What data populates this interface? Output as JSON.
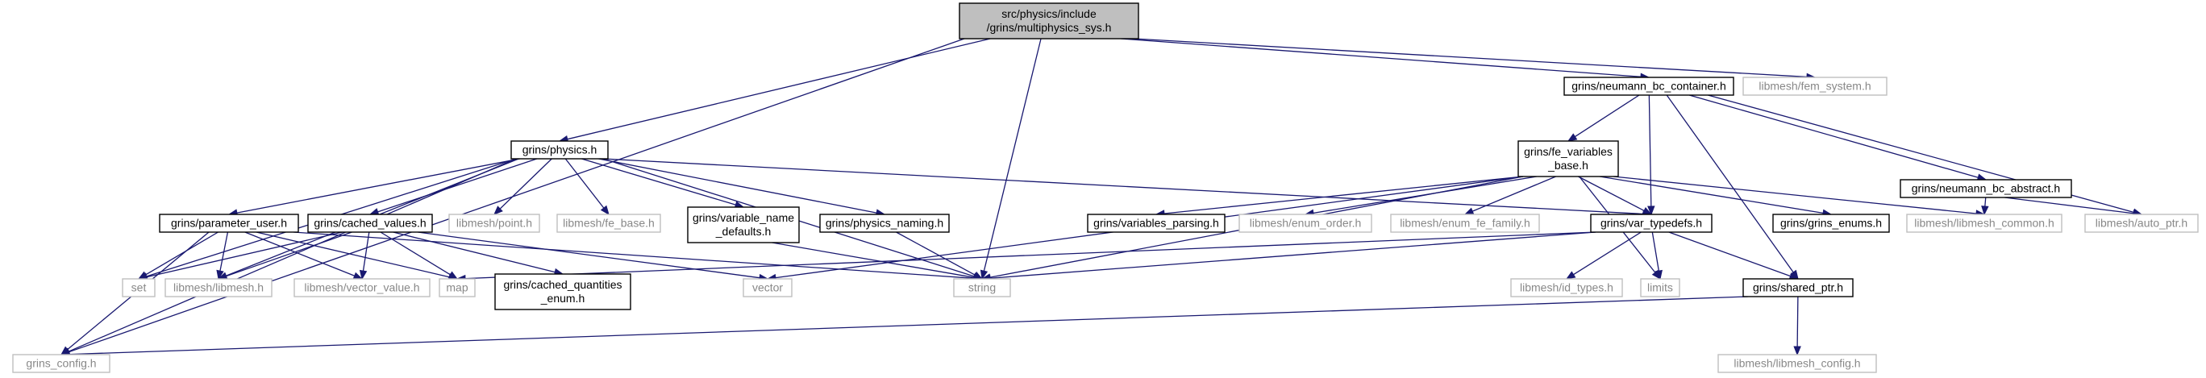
{
  "colors": {
    "edge": "#191970",
    "root_fill": "#bfbfbf",
    "node_fill": "#ffffff",
    "node_border": "#000000",
    "external_border": "#bfbfbf",
    "text": "#000000",
    "external_text": "#888888"
  },
  "nodes": [
    {
      "id": "multiphysics_sys",
      "lines": [
        "src/physics/include",
        "/grins/multiphysics_sys.h"
      ],
      "kind": "root"
    },
    {
      "id": "fem_system",
      "lines": [
        "libmesh/fem_system.h"
      ],
      "kind": "external"
    },
    {
      "id": "neumann_bc_container",
      "lines": [
        "grins/neumann_bc_container.h"
      ],
      "kind": "local"
    },
    {
      "id": "physics",
      "lines": [
        "grins/physics.h"
      ],
      "kind": "local"
    },
    {
      "id": "fe_variables_base",
      "lines": [
        "grins/fe_variables",
        "_base.h"
      ],
      "kind": "local"
    },
    {
      "id": "neumann_bc_abstract",
      "lines": [
        "grins/neumann_bc_abstract.h"
      ],
      "kind": "local"
    },
    {
      "id": "parameter_user",
      "lines": [
        "grins/parameter_user.h"
      ],
      "kind": "local"
    },
    {
      "id": "cached_values",
      "lines": [
        "grins/cached_values.h"
      ],
      "kind": "local"
    },
    {
      "id": "point",
      "lines": [
        "libmesh/point.h"
      ],
      "kind": "external"
    },
    {
      "id": "fe_base",
      "lines": [
        "libmesh/fe_base.h"
      ],
      "kind": "external"
    },
    {
      "id": "variable_name_defaults",
      "lines": [
        "grins/variable_name",
        "_defaults.h"
      ],
      "kind": "local"
    },
    {
      "id": "physics_naming",
      "lines": [
        "grins/physics_naming.h"
      ],
      "kind": "local"
    },
    {
      "id": "variables_parsing",
      "lines": [
        "grins/variables_parsing.h"
      ],
      "kind": "local"
    },
    {
      "id": "enum_order",
      "lines": [
        "libmesh/enum_order.h"
      ],
      "kind": "external"
    },
    {
      "id": "enum_fe_family",
      "lines": [
        "libmesh/enum_fe_family.h"
      ],
      "kind": "external"
    },
    {
      "id": "var_typedefs",
      "lines": [
        "grins/var_typedefs.h"
      ],
      "kind": "local"
    },
    {
      "id": "grins_enums",
      "lines": [
        "grins/grins_enums.h"
      ],
      "kind": "local"
    },
    {
      "id": "libmesh_common",
      "lines": [
        "libmesh/libmesh_common.h"
      ],
      "kind": "external"
    },
    {
      "id": "auto_ptr",
      "lines": [
        "libmesh/auto_ptr.h"
      ],
      "kind": "external"
    },
    {
      "id": "set",
      "lines": [
        "set"
      ],
      "kind": "external"
    },
    {
      "id": "libmesh",
      "lines": [
        "libmesh/libmesh.h"
      ],
      "kind": "external"
    },
    {
      "id": "vector_value",
      "lines": [
        "libmesh/vector_value.h"
      ],
      "kind": "external"
    },
    {
      "id": "map",
      "lines": [
        "map"
      ],
      "kind": "external"
    },
    {
      "id": "cached_quantities_enum",
      "lines": [
        "grins/cached_quantities",
        "_enum.h"
      ],
      "kind": "local"
    },
    {
      "id": "vector",
      "lines": [
        "vector"
      ],
      "kind": "external"
    },
    {
      "id": "string",
      "lines": [
        "string"
      ],
      "kind": "external"
    },
    {
      "id": "id_types",
      "lines": [
        "libmesh/id_types.h"
      ],
      "kind": "external"
    },
    {
      "id": "limits",
      "lines": [
        "limits"
      ],
      "kind": "external"
    },
    {
      "id": "shared_ptr",
      "lines": [
        "grins/shared_ptr.h"
      ],
      "kind": "local"
    },
    {
      "id": "grins_config",
      "lines": [
        "grins_config.h"
      ],
      "kind": "external"
    },
    {
      "id": "libmesh_config",
      "lines": [
        "libmesh/libmesh_config.h"
      ],
      "kind": "external"
    }
  ],
  "edges": [
    [
      "multiphysics_sys",
      "fem_system"
    ],
    [
      "multiphysics_sys",
      "neumann_bc_container"
    ],
    [
      "multiphysics_sys",
      "physics"
    ],
    [
      "multiphysics_sys",
      "string"
    ],
    [
      "multiphysics_sys",
      "grins_config"
    ],
    [
      "neumann_bc_container",
      "fe_variables_base"
    ],
    [
      "neumann_bc_container",
      "var_typedefs"
    ],
    [
      "neumann_bc_container",
      "neumann_bc_abstract"
    ],
    [
      "neumann_bc_container",
      "auto_ptr"
    ],
    [
      "neumann_bc_container",
      "shared_ptr"
    ],
    [
      "physics",
      "parameter_user"
    ],
    [
      "physics",
      "cached_values"
    ],
    [
      "physics",
      "point"
    ],
    [
      "physics",
      "fe_base"
    ],
    [
      "physics",
      "variable_name_defaults"
    ],
    [
      "physics",
      "physics_naming"
    ],
    [
      "physics",
      "var_typedefs"
    ],
    [
      "physics",
      "set"
    ],
    [
      "physics",
      "libmesh"
    ],
    [
      "physics",
      "string"
    ],
    [
      "physics",
      "grins_config"
    ],
    [
      "fe_variables_base",
      "variables_parsing"
    ],
    [
      "fe_variables_base",
      "enum_order"
    ],
    [
      "fe_variables_base",
      "enum_fe_family"
    ],
    [
      "fe_variables_base",
      "var_typedefs"
    ],
    [
      "fe_variables_base",
      "grins_enums"
    ],
    [
      "fe_variables_base",
      "libmesh_common"
    ],
    [
      "fe_variables_base",
      "vector"
    ],
    [
      "fe_variables_base",
      "string"
    ],
    [
      "fe_variables_base",
      "limits"
    ],
    [
      "neumann_bc_abstract",
      "libmesh_common"
    ],
    [
      "neumann_bc_abstract",
      "auto_ptr"
    ],
    [
      "parameter_user",
      "set"
    ],
    [
      "parameter_user",
      "libmesh"
    ],
    [
      "parameter_user",
      "vector_value"
    ],
    [
      "parameter_user",
      "map"
    ],
    [
      "parameter_user",
      "string"
    ],
    [
      "parameter_user",
      "grins_config"
    ],
    [
      "cached_values",
      "set"
    ],
    [
      "cached_values",
      "libmesh"
    ],
    [
      "cached_values",
      "vector_value"
    ],
    [
      "cached_values",
      "map"
    ],
    [
      "cached_values",
      "cached_quantities_enum"
    ],
    [
      "cached_values",
      "vector"
    ],
    [
      "variable_name_defaults",
      "string"
    ],
    [
      "physics_naming",
      "string"
    ],
    [
      "var_typedefs",
      "id_types"
    ],
    [
      "var_typedefs",
      "limits"
    ],
    [
      "var_typedefs",
      "shared_ptr"
    ],
    [
      "var_typedefs",
      "map"
    ],
    [
      "var_typedefs",
      "string"
    ],
    [
      "shared_ptr",
      "grins_config"
    ],
    [
      "shared_ptr",
      "libmesh_config"
    ]
  ]
}
